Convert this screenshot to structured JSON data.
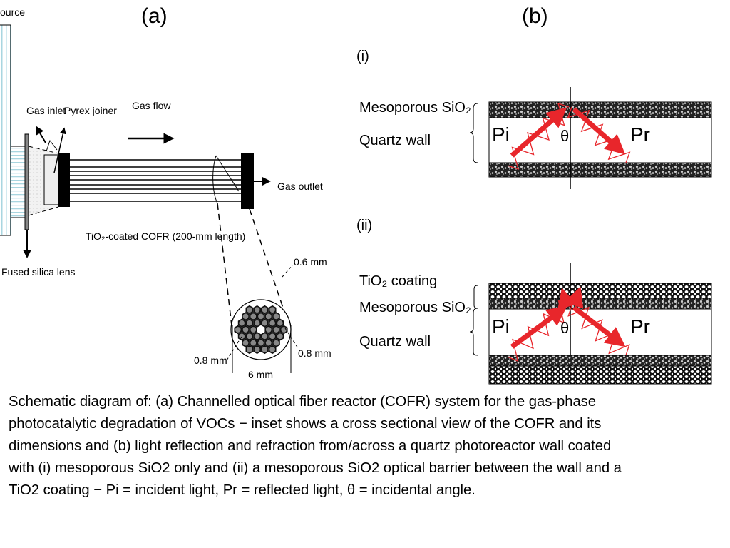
{
  "figure": {
    "panel_a": {
      "label": "(a)",
      "source_label": "ource",
      "gas_inlet": "Gas inlet",
      "pyrex_joiner": "Pyrex joiner",
      "gas_flow": "Gas flow",
      "gas_outlet": "Gas outlet",
      "cofr_label": "TiO₂-coated COFR (200-mm length)",
      "lens_label": "Fused silica lens",
      "inset": {
        "dim_channel": "0.6 mm",
        "dim_left": "0.8 mm",
        "dim_right": "0.8 mm",
        "dim_diameter": "6 mm"
      }
    },
    "panel_b": {
      "label": "(b)",
      "sub_i": {
        "label": "(i)",
        "layers": [
          "Mesoporous SiO₂",
          "Quartz wall"
        ],
        "incident": "Pi",
        "reflected": "Pr",
        "angle": "θ"
      },
      "sub_ii": {
        "label": "(ii)",
        "layers": [
          "TiO₂ coating",
          "Mesoporous SiO₂",
          "Quartz wall"
        ],
        "incident": "Pi",
        "reflected": "Pr",
        "angle": "θ"
      }
    },
    "colors": {
      "light_ray": "#e8262b",
      "source_stripe": "#a9d6e0"
    }
  },
  "caption": {
    "lines": [
      "Schematic diagram of: (a) Channelled optical fiber reactor (COFR) system for the gas-phase",
      "photocatalytic degradation of VOCs − inset shows a cross sectional view of the COFR and its",
      "dimensions and (b) light reflection and refraction from/across a quartz photoreactor wall coated",
      "with (i) mesoporous SiO2 only and (ii) a mesoporous SiO2 optical barrier between the wall and a",
      "TiO2 coating − Pi = incident light, Pr = reflected light, θ = incidental angle."
    ]
  }
}
